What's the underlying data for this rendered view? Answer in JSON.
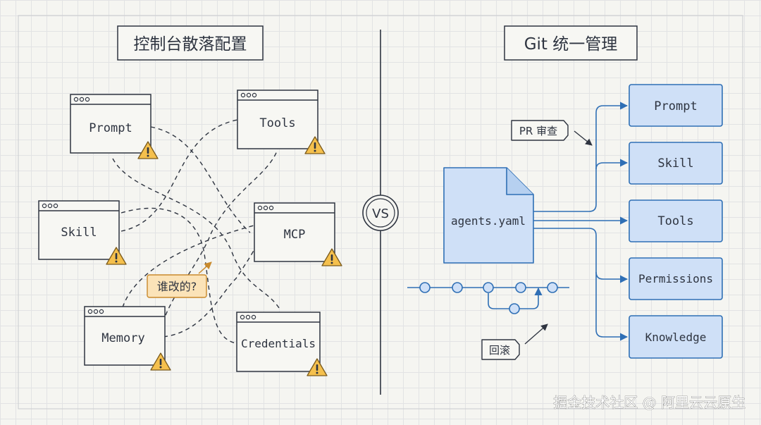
{
  "left_panel": {
    "title": "控制台散落配置",
    "windows": [
      {
        "id": "prompt",
        "label": "Prompt"
      },
      {
        "id": "tools",
        "label": "Tools"
      },
      {
        "id": "skill",
        "label": "Skill"
      },
      {
        "id": "mcp",
        "label": "MCP"
      },
      {
        "id": "memory",
        "label": "Memory"
      },
      {
        "id": "credentials",
        "label": "Credentials"
      }
    ],
    "callout": "谁改的?"
  },
  "vs_label": "VS",
  "right_panel": {
    "title": "Git 统一管理",
    "file": "agents.yaml",
    "pr_label": "PR 审查",
    "rollback_label": "回滚",
    "targets": [
      "Prompt",
      "Skill",
      "Tools",
      "Permissions",
      "Knowledge"
    ]
  },
  "watermark": "掘金技术社区 @ 阿里云云原生",
  "colors": {
    "ink": "#2e3440",
    "blue_fill": "#cfe0f7",
    "blue_stroke": "#2f6fb5",
    "warning_fill": "#f5c04d",
    "callout_fill": "#fbe3b8",
    "callout_stroke": "#c98a2c"
  }
}
